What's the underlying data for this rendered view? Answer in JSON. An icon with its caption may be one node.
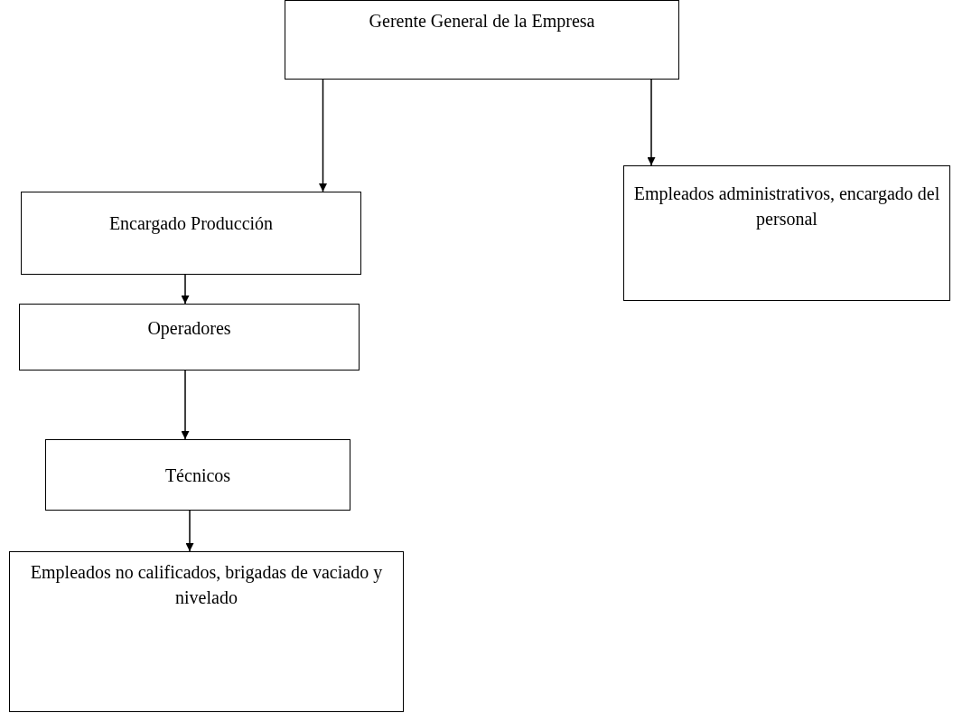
{
  "diagram": {
    "nodes": [
      {
        "text": [
          "Gerente General de la Empresa"
        ]
      },
      {
        "text": [
          "Encargado Producción"
        ]
      },
      {
        "text": [
          "Empleados administrativos, encargado del personal"
        ]
      },
      {
        "text": [
          "Operadores"
        ]
      },
      {
        "text": [
          "Técnicos"
        ]
      },
      {
        "text": [
          "Empleados no calificados, brigadas de vaciado y nivelado"
        ]
      }
    ],
    "edges": [
      {
        "from": 0,
        "to": 1,
        "arrow": "to"
      },
      {
        "from": 0,
        "to": 2,
        "arrow": "to"
      },
      {
        "from": 1,
        "to": 3,
        "arrow": "to"
      },
      {
        "from": 3,
        "to": 4,
        "arrow": "to"
      },
      {
        "from": 4,
        "to": 5,
        "arrow": "to"
      }
    ]
  }
}
